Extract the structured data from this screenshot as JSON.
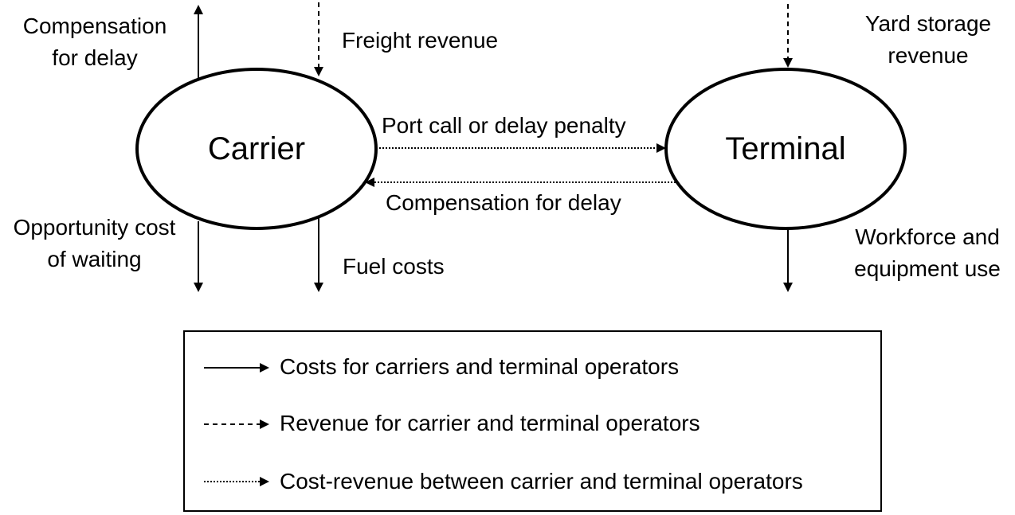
{
  "nodes": {
    "carrier": "Carrier",
    "terminal": "Terminal"
  },
  "flows": {
    "carrier_compensation": [
      "Compensation",
      "for delay"
    ],
    "freight_revenue": "Freight revenue",
    "opportunity_cost": [
      "Opportunity cost",
      "of waiting"
    ],
    "fuel_costs": "Fuel costs",
    "yard_storage": [
      "Yard storage",
      "revenue"
    ],
    "workforce": [
      "Workforce and",
      "equipment use"
    ],
    "port_call": "Port call or delay penalty",
    "compensation_between": "Compensation for delay"
  },
  "legend": {
    "costs": "Costs for carriers and terminal operators",
    "revenue": "Revenue for carrier and terminal operators",
    "cost_revenue": "Cost-revenue between carrier and terminal operators"
  }
}
